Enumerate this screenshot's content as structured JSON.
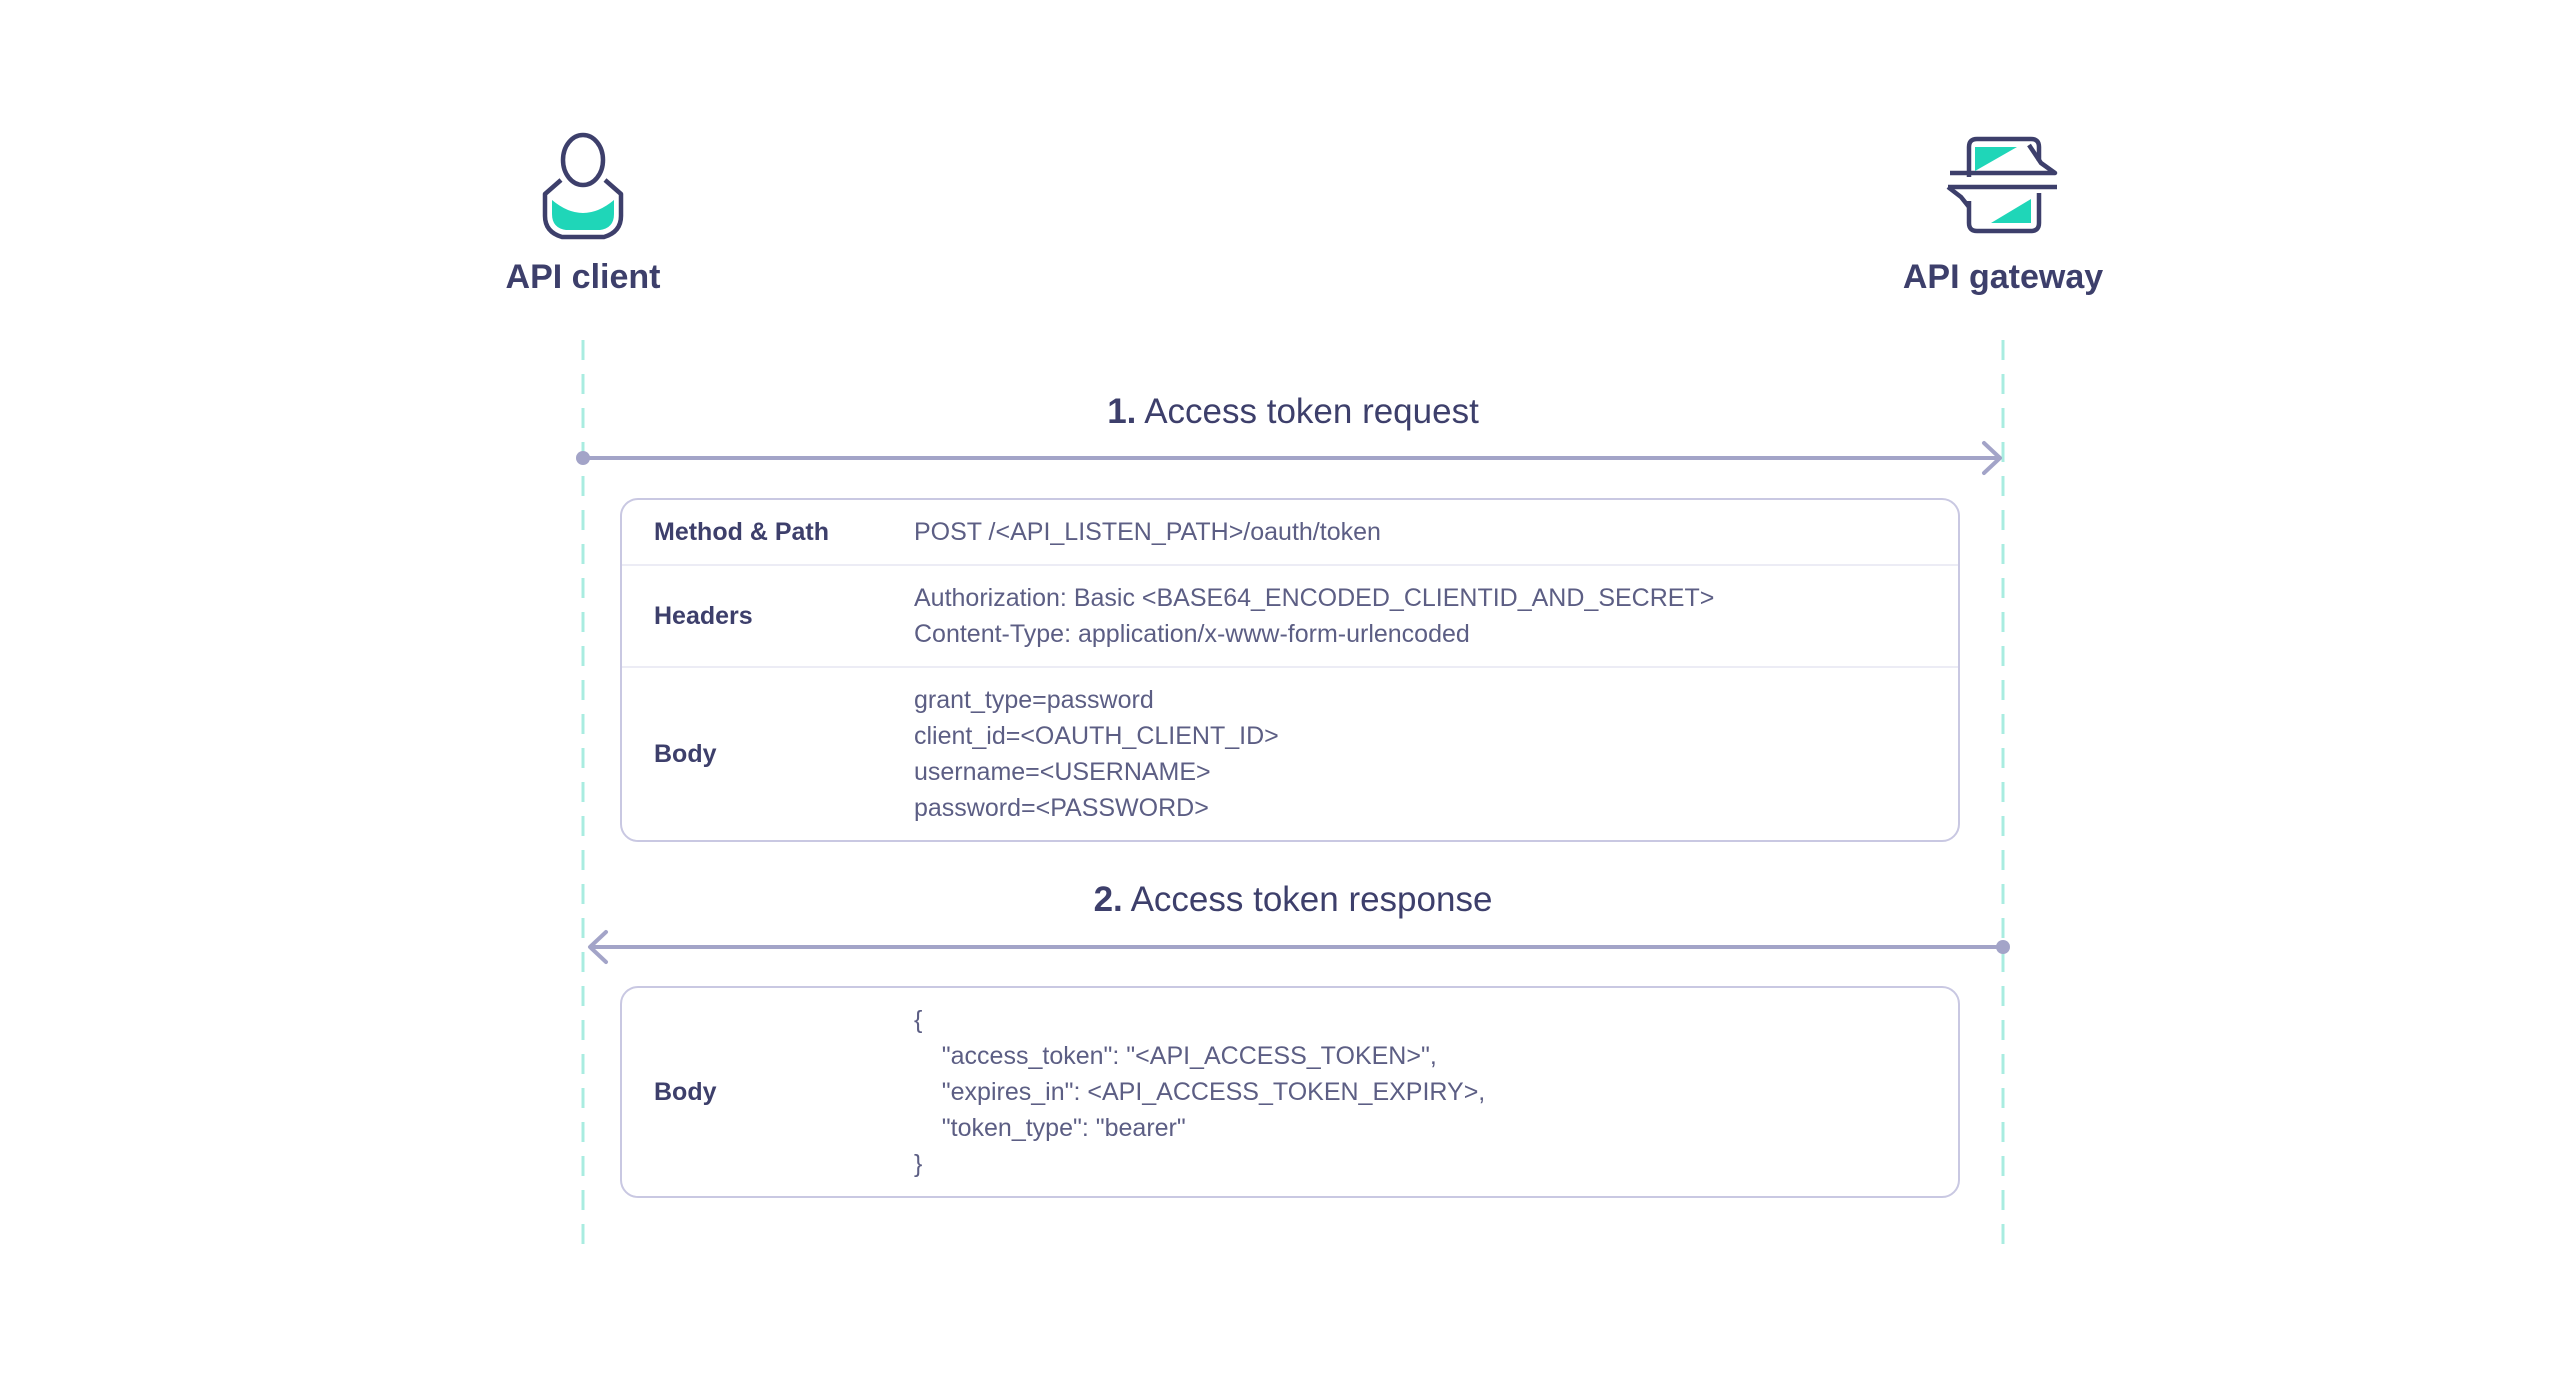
{
  "actors": {
    "client": {
      "label": "API client",
      "icon": "user-icon"
    },
    "gateway": {
      "label": "API gateway",
      "icon": "gateway-exchange-icon"
    }
  },
  "colors": {
    "text": "#3d3f6b",
    "value_text": "#5c5e84",
    "accent": "#1fd6b8",
    "arrow": "#a3a4c8",
    "card_border": "#c9c8e2",
    "lifeline": "#a9ece0"
  },
  "messages": [
    {
      "number": "1.",
      "title": "Access token request",
      "direction": "client-to-gateway",
      "rows": [
        {
          "label": "Method & Path",
          "lines": [
            "POST /<API_LISTEN_PATH>/oauth/token"
          ]
        },
        {
          "label": "Headers",
          "lines": [
            "Authorization: Basic <BASE64_ENCODED_CLIENTID_AND_SECRET>",
            "Content-Type: application/x-www-form-urlencoded"
          ]
        },
        {
          "label": "Body",
          "lines": [
            "grant_type=password",
            "client_id=<OAUTH_CLIENT_ID>",
            "username=<USERNAME>",
            "password=<PASSWORD>"
          ]
        }
      ]
    },
    {
      "number": "2.",
      "title": "Access token response",
      "direction": "gateway-to-client",
      "rows": [
        {
          "label": "Body",
          "lines": [
            "{",
            "    \"access_token\": \"<API_ACCESS_TOKEN>\",",
            "    \"expires_in\": <API_ACCESS_TOKEN_EXPIRY>,",
            "    \"token_type\": \"bearer\"",
            "}"
          ]
        }
      ]
    }
  ]
}
